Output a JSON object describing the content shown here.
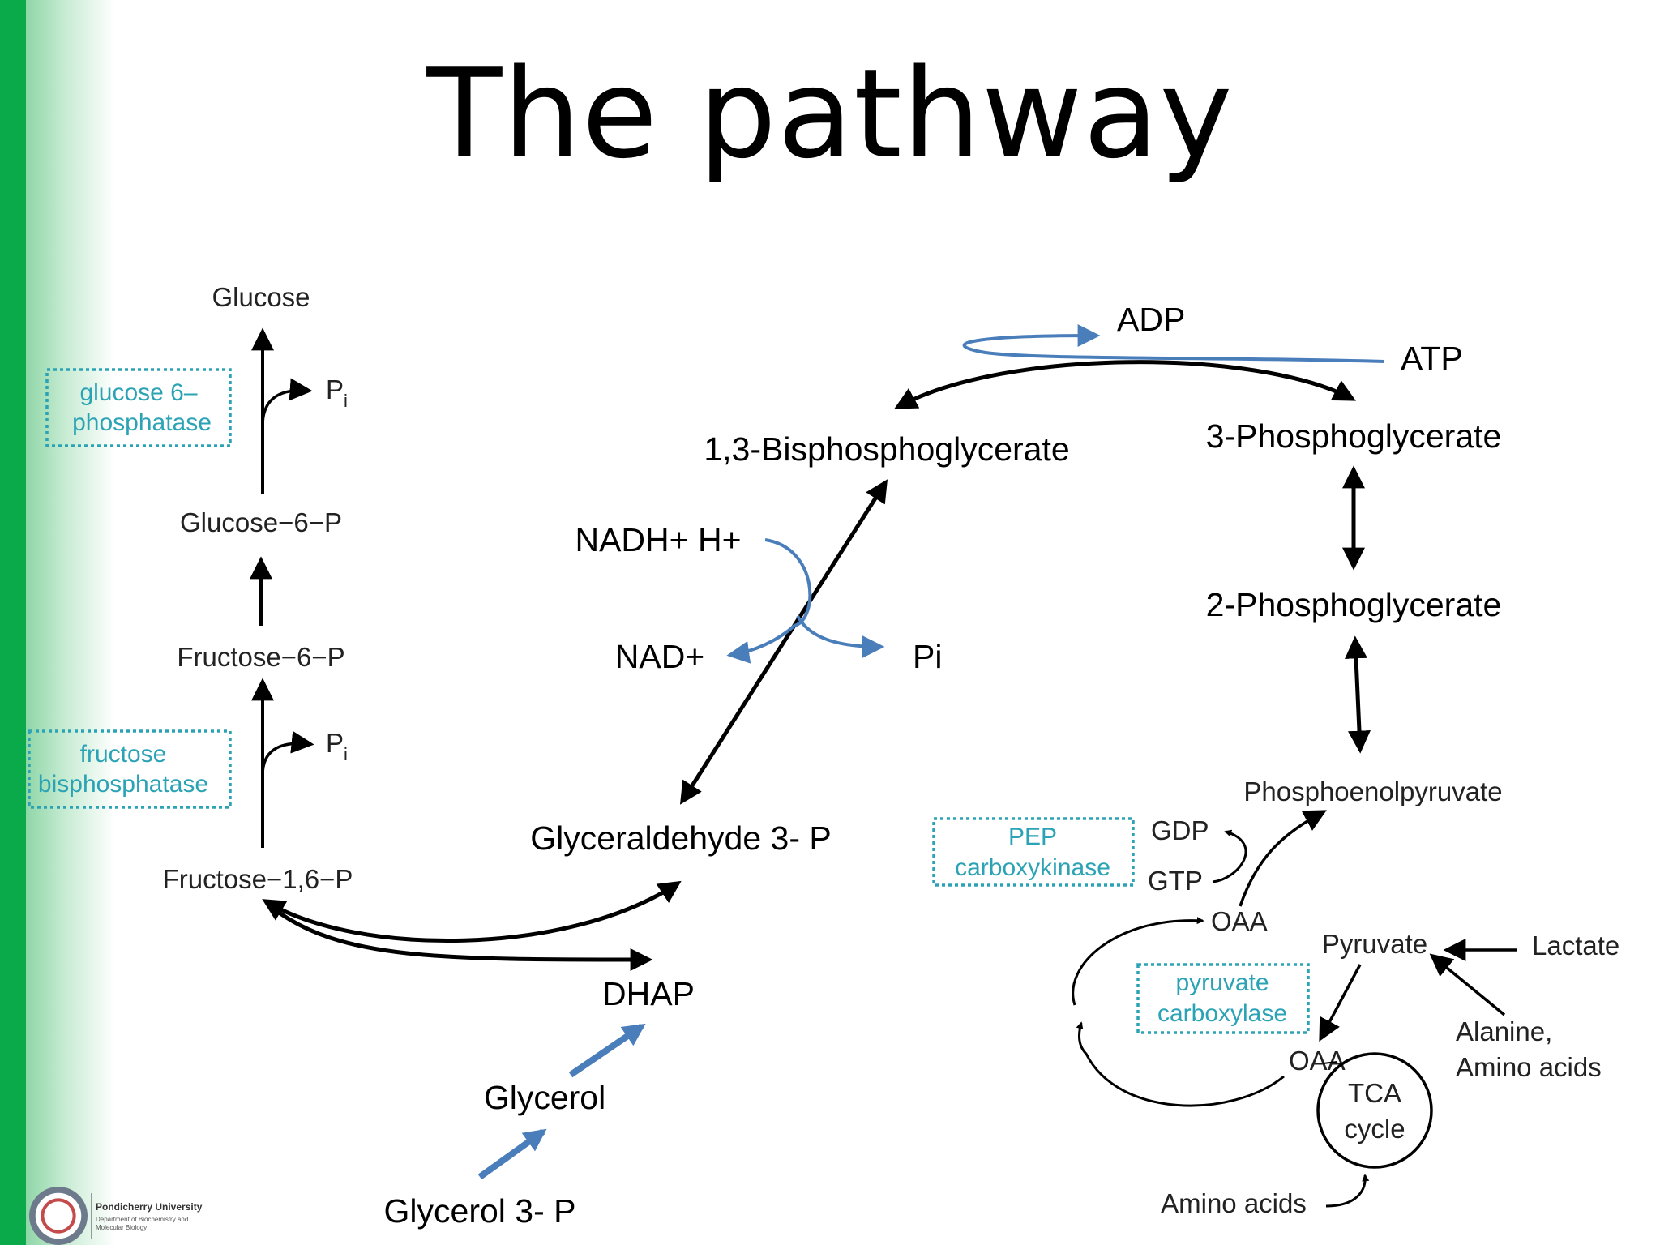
{
  "title": "The pathway",
  "nodes": {
    "glucose": "Glucose",
    "glucose6p": "Glucose−6−P",
    "fructose6p": "Fructose−6−P",
    "fructose16p": "Fructose−1,6−P",
    "glyceraldehyde3p": "Glyceraldehyde 3- P",
    "dhap": "DHAP",
    "glycerol": "Glycerol",
    "glycerol3p": "Glycerol 3- P",
    "bpg13": "1,3-Bisphosphoglycerate",
    "pg3": "3-Phosphoglycerate",
    "pg2": "2-Phosphoglycerate",
    "pep": "Phosphoenolpyruvate",
    "oaa_top": "OAA",
    "oaa_bottom": "OAA",
    "pyruvate": "Pyruvate",
    "lactate": "Lactate",
    "alanine_line1": "Alanine,",
    "alanine_line2": "Amino acids",
    "tca_line1": "TCA",
    "tca_line2": "cycle",
    "amino_acids": "Amino acids"
  },
  "cofactors": {
    "pi_top": "P",
    "pi_top_sub": "i",
    "pi_mid": "P",
    "pi_mid_sub": "i",
    "adp": "ADP",
    "atp": "ATP",
    "nadh": "NADH+ H+",
    "nad": "NAD+",
    "pi_right": "Pi",
    "gdp": "GDP",
    "gtp": "GTP"
  },
  "enzymes": {
    "g6pase_line1": "glucose 6–",
    "g6pase_line2": "phosphatase",
    "fbpase_line1": "fructose",
    "fbpase_line2": "bisphosphatase",
    "pepck_line1": "PEP",
    "pepck_line2": "carboxykinase",
    "pc_line1": "pyruvate",
    "pc_line2": "carboxylase"
  },
  "footer": {
    "university": "Pondicherry University",
    "department": "Department of Biochemistry and Molecular Biology"
  },
  "colors": {
    "sidebar_green": "#0aa94a",
    "enzyme_teal": "#2ba3b5",
    "cofactor_blue": "#4a7ebb",
    "arrow_black": "#000000"
  }
}
